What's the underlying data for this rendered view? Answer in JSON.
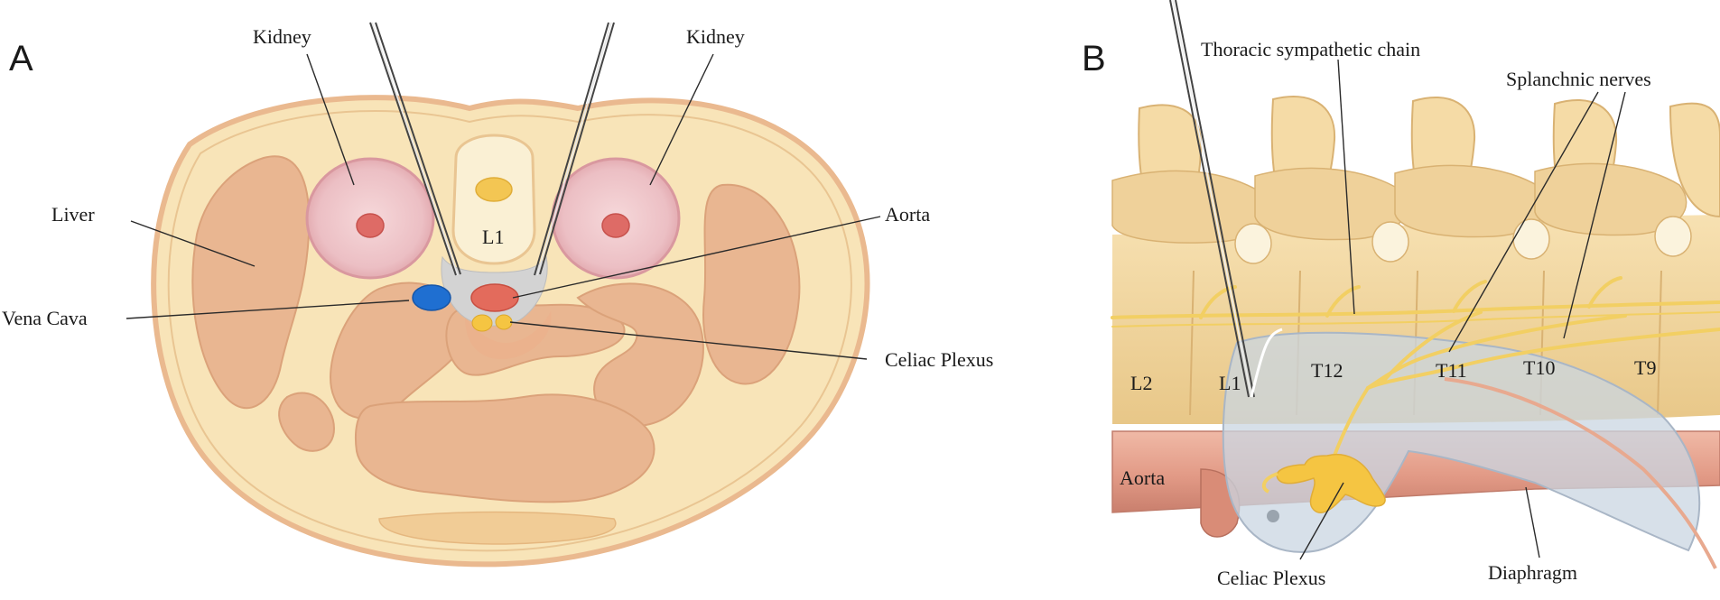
{
  "panel_a": {
    "letter": "A",
    "labels": {
      "kidney_left": "Kidney",
      "kidney_right": "Kidney",
      "liver": "Liver",
      "vertebra": "L1",
      "aorta": "Aorta",
      "vena_cava": "Vena Cava",
      "celiac_plexus": "Celiac Plexus"
    }
  },
  "panel_b": {
    "letter": "B",
    "labels": {
      "thoracic_chain": "Thoracic sympathetic chain",
      "splanchnic": "Splanchnic nerves",
      "aorta": "Aorta",
      "celiac_plexus": "Celiac Plexus",
      "diaphragm": "Diaphragm"
    },
    "vertebrae": [
      "L2",
      "L1",
      "T12",
      "T11",
      "T10",
      "T9"
    ]
  },
  "colors": {
    "body_fill": "#f8e4b8",
    "body_outline": "#eab98f",
    "organ": "#e9b691",
    "kidney": "#eec3c8",
    "bone": "#f5dba6",
    "vena_cava": "#1f6fd1",
    "aorta": "#e36b5c",
    "plexus": "#f5c542",
    "nerve": "#f2cf63",
    "diaphragm_shade": "#c9d5e1"
  }
}
